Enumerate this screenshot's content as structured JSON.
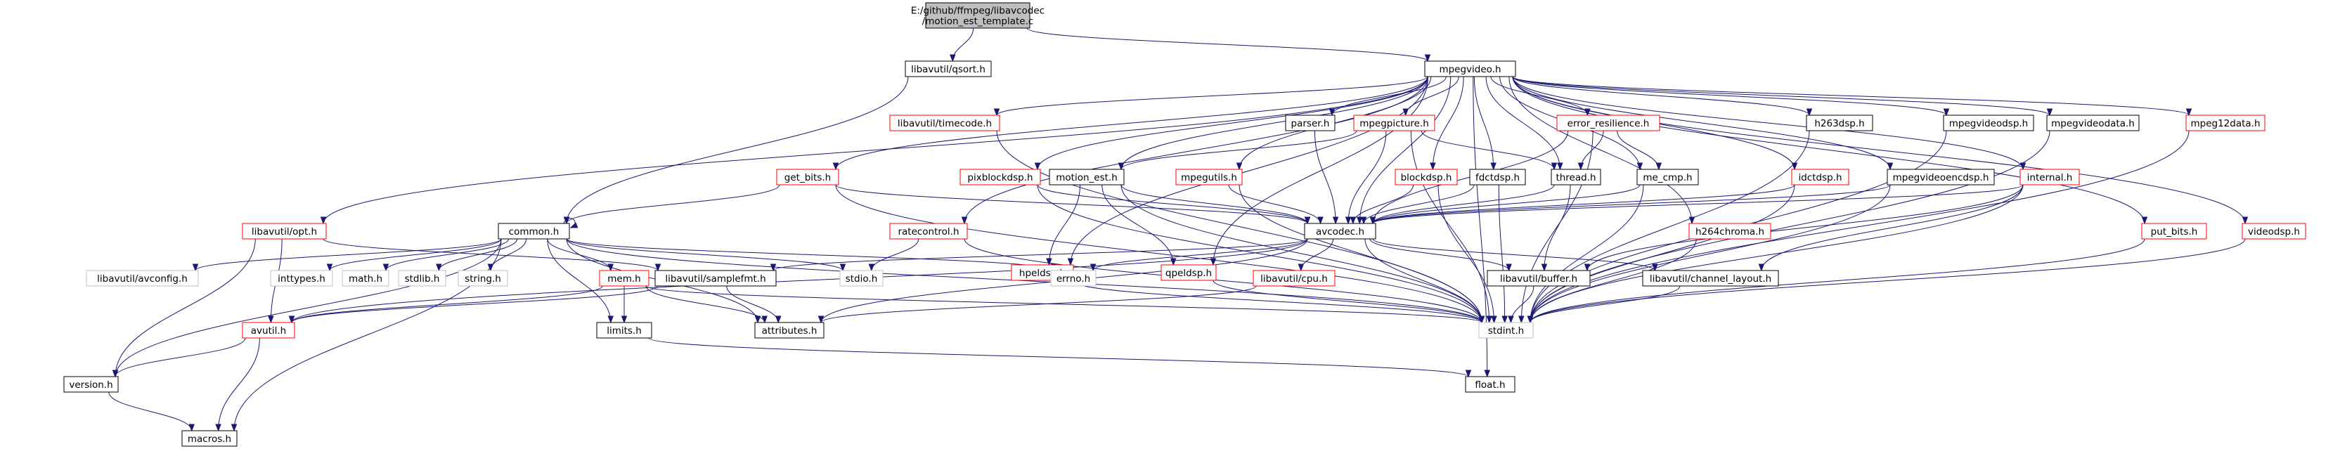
{
  "colors": {
    "root_fill": "#bfbfbf",
    "root_stroke": "#000000",
    "normal_fill": "#ffffff",
    "normal_stroke": "#000000",
    "incomplete_stroke": "#ff0000",
    "external_stroke": "#bfbfbf",
    "edge": "#191970"
  },
  "nodes": [
    {
      "id": "motion_est_template",
      "label": "E:/github/ffmpeg/libavcodec\n/motion_est_template.c",
      "kind": "root"
    },
    {
      "id": "qsort",
      "label": "libavutil/qsort.h",
      "kind": "normal"
    },
    {
      "id": "mpegvideo",
      "label": "mpegvideo.h",
      "kind": "normal"
    },
    {
      "id": "timecode",
      "label": "libavutil/timecode.h",
      "kind": "incomplete"
    },
    {
      "id": "parser",
      "label": "parser.h",
      "kind": "normal"
    },
    {
      "id": "mpegpicture",
      "label": "mpegpicture.h",
      "kind": "incomplete"
    },
    {
      "id": "error_resilience",
      "label": "error_resilience.h",
      "kind": "incomplete"
    },
    {
      "id": "h263dsp",
      "label": "h263dsp.h",
      "kind": "normal"
    },
    {
      "id": "mpegvideodsp",
      "label": "mpegvideodsp.h",
      "kind": "normal"
    },
    {
      "id": "mpegvideodata",
      "label": "mpegvideodata.h",
      "kind": "normal"
    },
    {
      "id": "mpeg12data",
      "label": "mpeg12data.h",
      "kind": "incomplete"
    },
    {
      "id": "get_bits",
      "label": "get_bits.h",
      "kind": "incomplete"
    },
    {
      "id": "pixblockdsp",
      "label": "pixblockdsp.h",
      "kind": "incomplete"
    },
    {
      "id": "motion_est",
      "label": "motion_est.h",
      "kind": "normal"
    },
    {
      "id": "mpegutils",
      "label": "mpegutils.h",
      "kind": "incomplete"
    },
    {
      "id": "blockdsp",
      "label": "blockdsp.h",
      "kind": "incomplete"
    },
    {
      "id": "fdctdsp",
      "label": "fdctdsp.h",
      "kind": "normal"
    },
    {
      "id": "thread",
      "label": "thread.h",
      "kind": "normal"
    },
    {
      "id": "me_cmp",
      "label": "me_cmp.h",
      "kind": "normal"
    },
    {
      "id": "idctdsp",
      "label": "idctdsp.h",
      "kind": "incomplete"
    },
    {
      "id": "mpegvideoencdsp",
      "label": "mpegvideoencdsp.h",
      "kind": "normal"
    },
    {
      "id": "internal",
      "label": "internal.h",
      "kind": "incomplete"
    },
    {
      "id": "put_bits",
      "label": "put_bits.h",
      "kind": "incomplete"
    },
    {
      "id": "videodsp",
      "label": "videodsp.h",
      "kind": "incomplete"
    },
    {
      "id": "opt",
      "label": "libavutil/opt.h",
      "kind": "incomplete"
    },
    {
      "id": "common",
      "label": "common.h",
      "kind": "normal"
    },
    {
      "id": "ratecontrol",
      "label": "ratecontrol.h",
      "kind": "incomplete"
    },
    {
      "id": "hpeldsp",
      "label": "hpeldsp.h",
      "kind": "incomplete"
    },
    {
      "id": "qpeldsp",
      "label": "qpeldsp.h",
      "kind": "incomplete"
    },
    {
      "id": "avcodec",
      "label": "avcodec.h",
      "kind": "normal"
    },
    {
      "id": "h264chroma",
      "label": "h264chroma.h",
      "kind": "incomplete"
    },
    {
      "id": "avconfig",
      "label": "libavutil/avconfig.h",
      "kind": "external"
    },
    {
      "id": "inttypes",
      "label": "inttypes.h",
      "kind": "external"
    },
    {
      "id": "math",
      "label": "math.h",
      "kind": "external"
    },
    {
      "id": "stdlib",
      "label": "stdlib.h",
      "kind": "external"
    },
    {
      "id": "string",
      "label": "string.h",
      "kind": "external"
    },
    {
      "id": "mem",
      "label": "mem.h",
      "kind": "incomplete"
    },
    {
      "id": "samplefmt",
      "label": "libavutil/samplefmt.h",
      "kind": "normal"
    },
    {
      "id": "stdio",
      "label": "stdio.h",
      "kind": "external"
    },
    {
      "id": "errno",
      "label": "errno.h",
      "kind": "external"
    },
    {
      "id": "cpu",
      "label": "libavutil/cpu.h",
      "kind": "incomplete"
    },
    {
      "id": "buffer",
      "label": "libavutil/buffer.h",
      "kind": "normal"
    },
    {
      "id": "channel_layout",
      "label": "libavutil/channel_layout.h",
      "kind": "normal"
    },
    {
      "id": "avutil",
      "label": "avutil.h",
      "kind": "incomplete"
    },
    {
      "id": "limits",
      "label": "limits.h",
      "kind": "normal"
    },
    {
      "id": "attributes",
      "label": "attributes.h",
      "kind": "normal"
    },
    {
      "id": "stdint",
      "label": "stdint.h",
      "kind": "external"
    },
    {
      "id": "version",
      "label": "version.h",
      "kind": "normal"
    },
    {
      "id": "float",
      "label": "float.h",
      "kind": "normal"
    },
    {
      "id": "macros",
      "label": "macros.h",
      "kind": "normal"
    }
  ],
  "edges": [
    [
      "motion_est_template",
      "qsort"
    ],
    [
      "motion_est_template",
      "mpegvideo"
    ],
    [
      "qsort",
      "common"
    ],
    [
      "mpegvideo",
      "timecode"
    ],
    [
      "mpegvideo",
      "parser"
    ],
    [
      "mpegvideo",
      "mpegpicture"
    ],
    [
      "mpegvideo",
      "error_resilience"
    ],
    [
      "mpegvideo",
      "h263dsp"
    ],
    [
      "mpegvideo",
      "mpegvideodsp"
    ],
    [
      "mpegvideo",
      "mpegvideodata"
    ],
    [
      "mpegvideo",
      "mpeg12data"
    ],
    [
      "mpegvideo",
      "get_bits"
    ],
    [
      "mpegvideo",
      "pixblockdsp"
    ],
    [
      "mpegvideo",
      "motion_est"
    ],
    [
      "mpegvideo",
      "mpegutils"
    ],
    [
      "mpegvideo",
      "blockdsp"
    ],
    [
      "mpegvideo",
      "fdctdsp"
    ],
    [
      "mpegvideo",
      "thread"
    ],
    [
      "mpegvideo",
      "me_cmp"
    ],
    [
      "mpegvideo",
      "idctdsp"
    ],
    [
      "mpegvideo",
      "mpegvideoencdsp"
    ],
    [
      "mpegvideo",
      "internal"
    ],
    [
      "mpegvideo",
      "put_bits"
    ],
    [
      "mpegvideo",
      "videodsp"
    ],
    [
      "mpegvideo",
      "opt"
    ],
    [
      "mpegvideo",
      "ratecontrol"
    ],
    [
      "mpegvideo",
      "hpeldsp"
    ],
    [
      "mpegvideo",
      "qpeldsp"
    ],
    [
      "mpegvideo",
      "avcodec"
    ],
    [
      "mpegvideo",
      "h264chroma"
    ],
    [
      "mpegvideo",
      "float"
    ],
    [
      "timecode",
      "stdint"
    ],
    [
      "parser",
      "avcodec"
    ],
    [
      "mpegpicture",
      "motion_est"
    ],
    [
      "mpegpicture",
      "thread"
    ],
    [
      "mpegpicture",
      "avcodec"
    ],
    [
      "mpegpicture",
      "stdint"
    ],
    [
      "error_resilience",
      "thread"
    ],
    [
      "error_resilience",
      "me_cmp"
    ],
    [
      "error_resilience",
      "avcodec"
    ],
    [
      "error_resilience",
      "stdint"
    ],
    [
      "h263dsp",
      "stdint"
    ],
    [
      "mpegvideodsp",
      "stdint"
    ],
    [
      "mpegvideodata",
      "stdint"
    ],
    [
      "mpeg12data",
      "stdint"
    ],
    [
      "get_bits",
      "common"
    ],
    [
      "get_bits",
      "avcodec"
    ],
    [
      "get_bits",
      "stdint"
    ],
    [
      "pixblockdsp",
      "avcodec"
    ],
    [
      "pixblockdsp",
      "stdint"
    ],
    [
      "motion_est",
      "hpeldsp"
    ],
    [
      "motion_est",
      "qpeldsp"
    ],
    [
      "motion_est",
      "avcodec"
    ],
    [
      "motion_est",
      "stdint"
    ],
    [
      "mpegutils",
      "avcodec"
    ],
    [
      "mpegutils",
      "stdint"
    ],
    [
      "blockdsp",
      "avcodec"
    ],
    [
      "blockdsp",
      "stdint"
    ],
    [
      "fdctdsp",
      "avcodec"
    ],
    [
      "fdctdsp",
      "stdint"
    ],
    [
      "thread",
      "avcodec"
    ],
    [
      "thread",
      "buffer"
    ],
    [
      "me_cmp",
      "avcodec"
    ],
    [
      "me_cmp",
      "stdint"
    ],
    [
      "idctdsp",
      "avcodec"
    ],
    [
      "idctdsp",
      "stdint"
    ],
    [
      "mpegvideoencdsp",
      "avcodec"
    ],
    [
      "mpegvideoencdsp",
      "stdint"
    ],
    [
      "internal",
      "avcodec"
    ],
    [
      "internal",
      "buffer"
    ],
    [
      "internal",
      "channel_layout"
    ],
    [
      "internal",
      "stdint"
    ],
    [
      "put_bits",
      "stdint"
    ],
    [
      "videodsp",
      "stdint"
    ],
    [
      "opt",
      "avutil"
    ],
    [
      "opt",
      "samplefmt"
    ],
    [
      "opt",
      "version"
    ],
    [
      "common",
      "common"
    ],
    [
      "common",
      "avconfig"
    ],
    [
      "common",
      "inttypes"
    ],
    [
      "common",
      "math"
    ],
    [
      "common",
      "stdlib"
    ],
    [
      "common",
      "string"
    ],
    [
      "common",
      "mem"
    ],
    [
      "common",
      "stdio"
    ],
    [
      "common",
      "errno"
    ],
    [
      "common",
      "limits"
    ],
    [
      "common",
      "attributes"
    ],
    [
      "common",
      "stdint"
    ],
    [
      "common",
      "version"
    ],
    [
      "common",
      "macros"
    ],
    [
      "ratecontrol",
      "stdio"
    ],
    [
      "ratecontrol",
      "stdint"
    ],
    [
      "hpeldsp",
      "stdint"
    ],
    [
      "qpeldsp",
      "stdint"
    ],
    [
      "avcodec",
      "errno"
    ],
    [
      "avcodec",
      "samplefmt"
    ],
    [
      "avcodec",
      "cpu"
    ],
    [
      "avcodec",
      "buffer"
    ],
    [
      "avcodec",
      "channel_layout"
    ],
    [
      "avcodec",
      "avutil"
    ],
    [
      "avcodec",
      "attributes"
    ],
    [
      "avcodec",
      "stdint"
    ],
    [
      "h264chroma",
      "stdint"
    ],
    [
      "mem",
      "avutil"
    ],
    [
      "mem",
      "limits"
    ],
    [
      "mem",
      "attributes"
    ],
    [
      "mem",
      "stdint"
    ],
    [
      "samplefmt",
      "avutil"
    ],
    [
      "samplefmt",
      "attributes"
    ],
    [
      "cpu",
      "attributes"
    ],
    [
      "buffer",
      "stdint"
    ],
    [
      "channel_layout",
      "stdint"
    ],
    [
      "avutil",
      "version"
    ],
    [
      "avutil",
      "macros"
    ],
    [
      "limits",
      "float"
    ],
    [
      "version",
      "macros"
    ]
  ]
}
